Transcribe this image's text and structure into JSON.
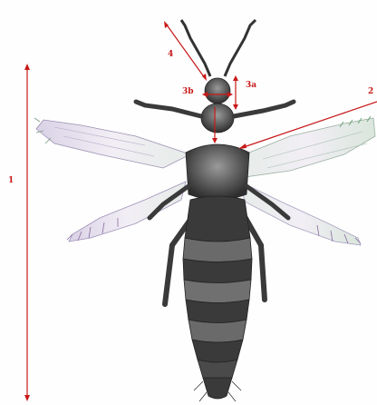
{
  "labels": {
    "l1": "1",
    "l2": "2",
    "l3a": "3a",
    "l3b": "3b",
    "l4": "4"
  },
  "colors": {
    "annotation": "#c81818",
    "body": "#3a3a3a",
    "wing_fringe_green": "#5a9a6a",
    "wing_fringe_purple": "#8a6aa0"
  }
}
